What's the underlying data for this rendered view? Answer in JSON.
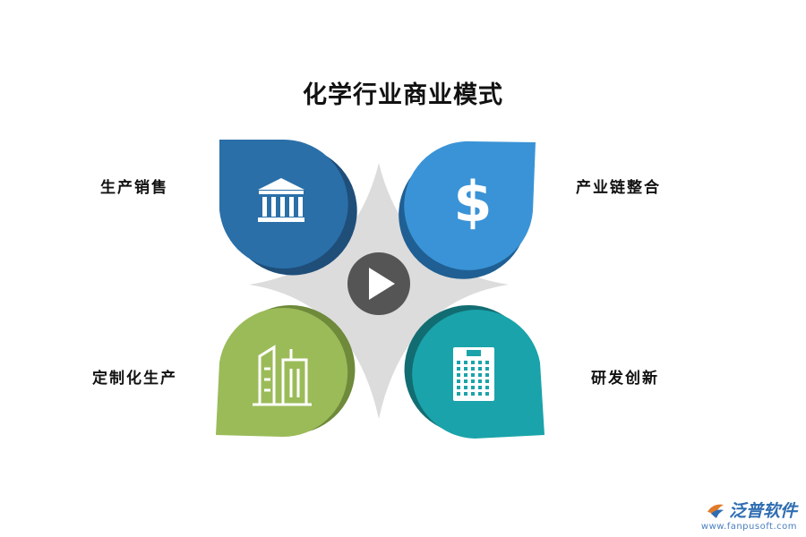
{
  "title": "化学行业商业模式",
  "quadrants": [
    {
      "id": "tl",
      "label": "生产销售",
      "icon": "bank-icon",
      "color": "#2a6fa8"
    },
    {
      "id": "tr",
      "label": "产业链整合",
      "icon": "dollar-icon",
      "color": "#3a93d6"
    },
    {
      "id": "bl",
      "label": "定制化生产",
      "icon": "buildings-icon",
      "color": "#9bbb59"
    },
    {
      "id": "br",
      "label": "研发创新",
      "icon": "office-building-icon",
      "color": "#1aa3aa"
    }
  ],
  "center_icon": "play-icon",
  "brand": {
    "name": "泛普软件",
    "url": "www.fanpusoft.com"
  }
}
